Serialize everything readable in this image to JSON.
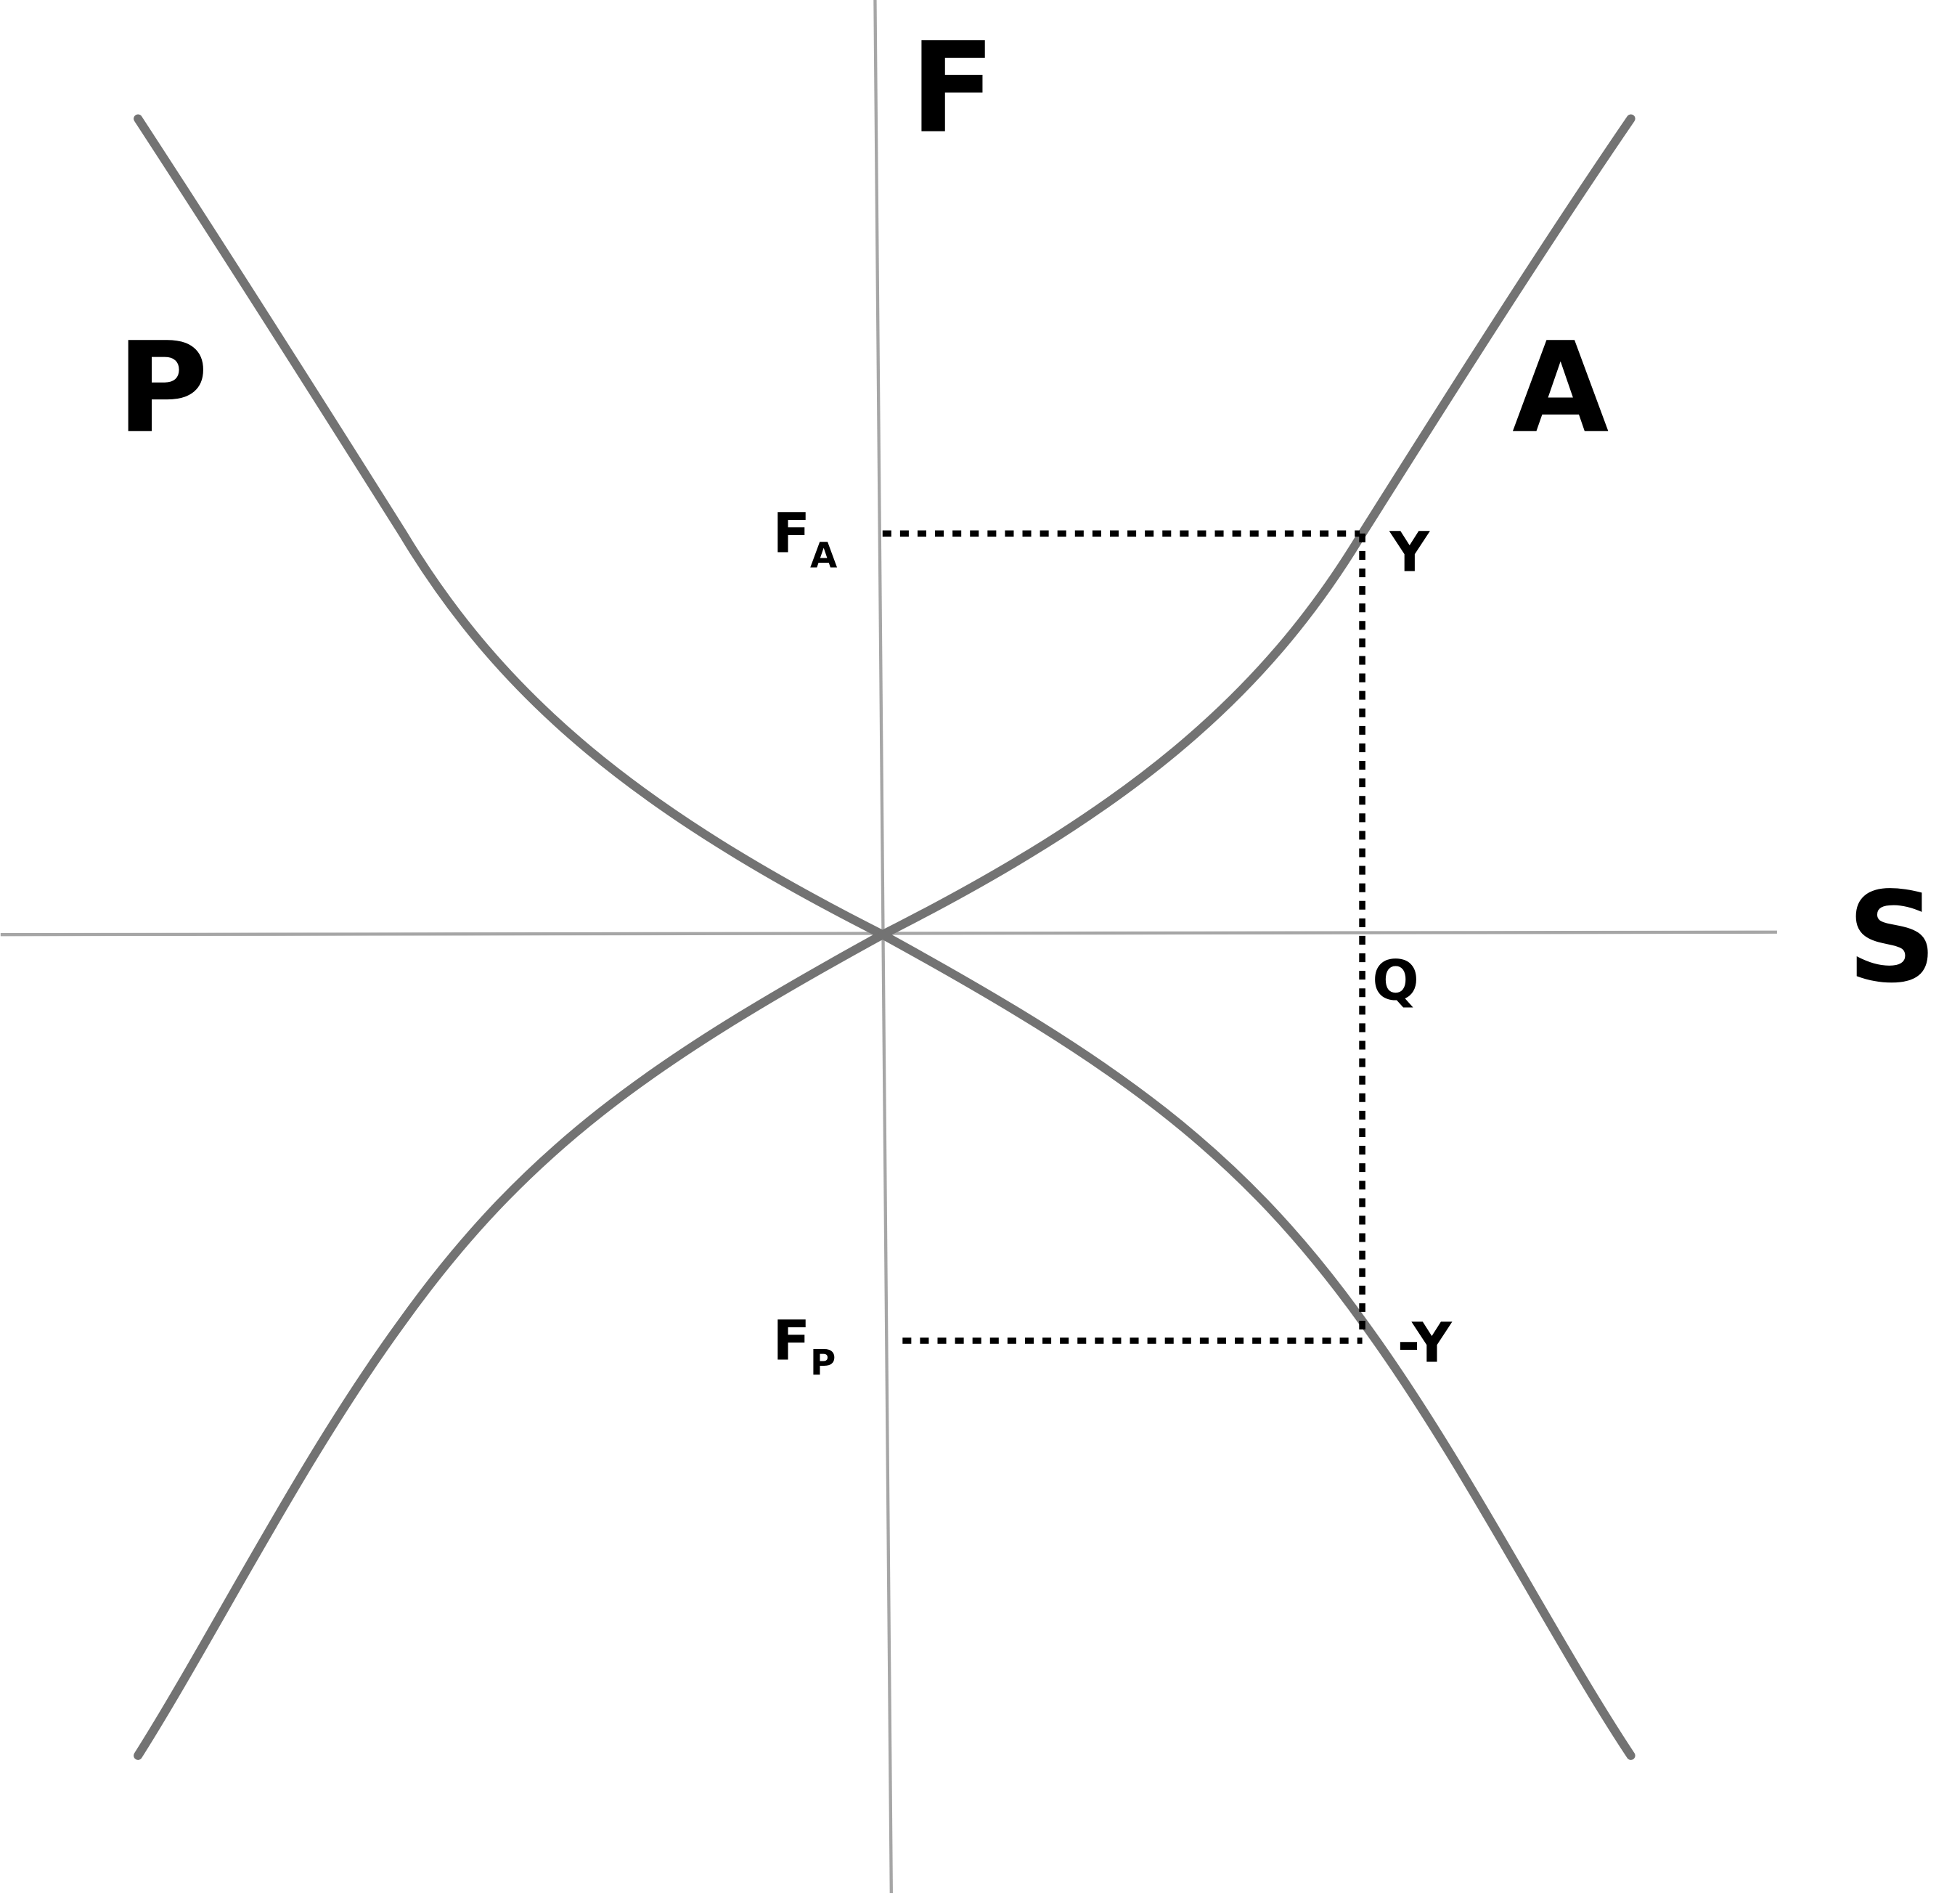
{
  "diagram": {
    "axes": {
      "vertical_label": "F",
      "horizontal_label": "S"
    },
    "curves": {
      "left_curve_label": "P",
      "right_curve_label": "A"
    },
    "points": {
      "upper_point": "Y",
      "lower_point": "-Y",
      "axis_point": "Q"
    },
    "levels": {
      "upper": {
        "main": "F",
        "sub": "A"
      },
      "lower": {
        "main": "F",
        "sub": "P"
      }
    },
    "colors": {
      "curve": "#737373",
      "axis": "#a6a6a6",
      "guide": "#000000"
    }
  }
}
